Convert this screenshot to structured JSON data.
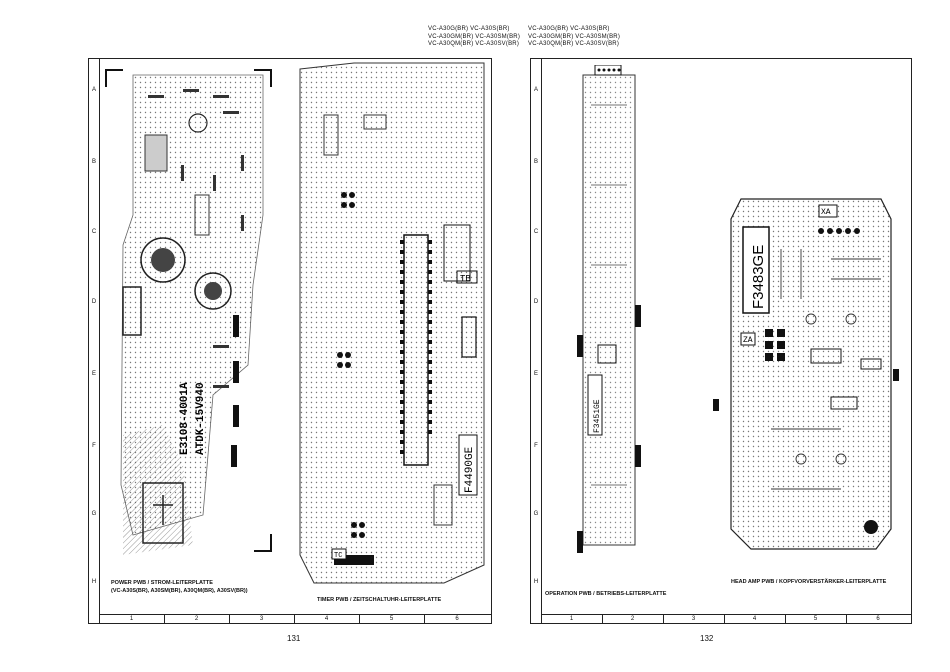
{
  "header_left": {
    "models": "VC-A30G(BR) VC-A30S(BR)\nVC-A30GM(BR) VC-A30SM(BR)\nVC-A30QM(BR) VC-A30SV(BR)"
  },
  "header_right": {
    "models": "VC-A30G(BR) VC-A30S(BR)\nVC-A30GM(BR) VC-A30SM(BR)\nVC-A30QM(BR) VC-A30SV(BR)"
  },
  "row_labels": [
    "A",
    "B",
    "C",
    "D",
    "E",
    "F",
    "G",
    "H"
  ],
  "col_labels_left": [
    "1",
    "2",
    "3",
    "4",
    "5",
    "6"
  ],
  "col_labels_right": [
    "1",
    "2",
    "3",
    "4",
    "5",
    "6"
  ],
  "captions": {
    "power": "POWER PWB / STROM-LEITERPLATTE\n(VC-A30S(BR), A30SM(BR), A30QM(BR), A30SV(BR))",
    "timer": "TIMER PWB / ZEITSCHALTUHR-LEITERPLATTE",
    "operation": "OPERATION PWB / BETRIEBS-LEITERPLATTE",
    "headamp": "HEAD AMP PWB / KOPFVORVERSTÄRKER-LEITERPLATTE"
  },
  "page_numbers": {
    "left": "131",
    "right": "132"
  },
  "board_marks": {
    "power_code": "E3108-4001A",
    "power_rating": "ATDK-15V940",
    "timer_code": "F4490GE",
    "operation_code": "F3451GE",
    "headamp_code": "F3483GE",
    "tb": "TB",
    "tc": "TC",
    "xa": "XA",
    "za": "ZA"
  }
}
